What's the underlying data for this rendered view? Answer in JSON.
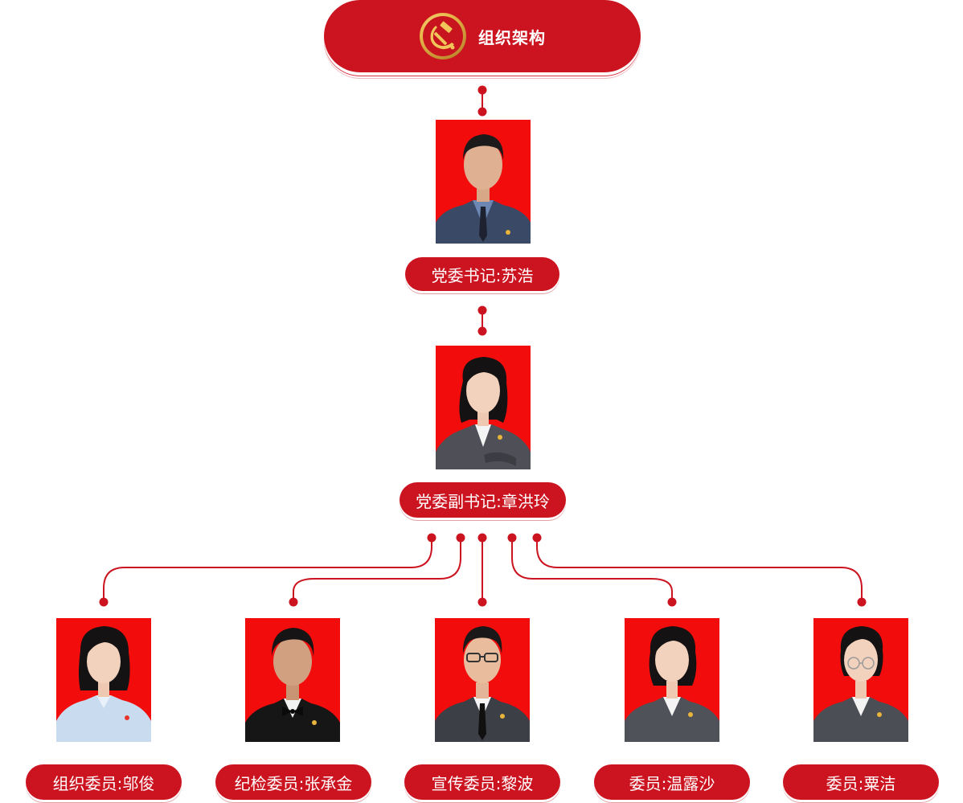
{
  "header": {
    "title": "组织架构",
    "emblem_icon": "hammer-sickle-emblem-icon"
  },
  "members": {
    "secretary": {
      "label": "党委书记:苏浩"
    },
    "deputy": {
      "label": "党委副书记:章洪玲"
    },
    "committee": [
      {
        "label": "组织委员:邬俊"
      },
      {
        "label": "纪检委员:张承金"
      },
      {
        "label": "宣传委员:黎波"
      },
      {
        "label": "委员:温露沙"
      },
      {
        "label": "委员:粟洁"
      }
    ]
  },
  "colors": {
    "brand_red": "#cc1420",
    "photo_background": "#f20c0c",
    "connector": "#cc1420",
    "emblem_gold": "#e9b84a",
    "text_on_red": "#ffffff"
  }
}
